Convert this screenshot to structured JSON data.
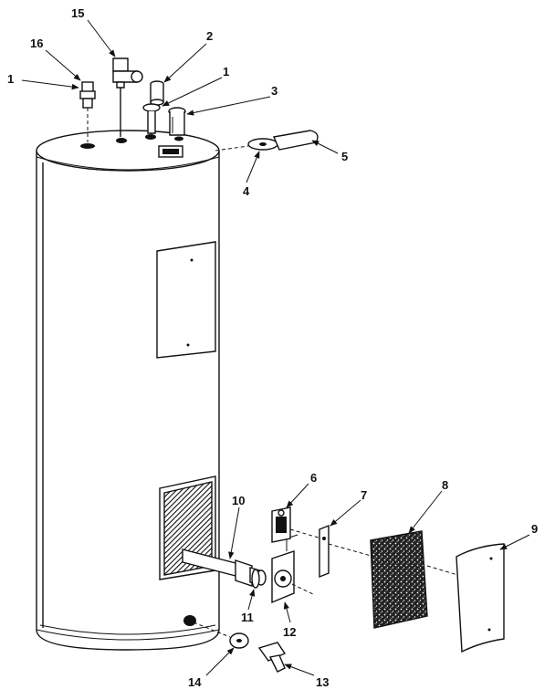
{
  "callouts": [
    {
      "label": "1"
    },
    {
      "label": "16"
    },
    {
      "label": "15"
    },
    {
      "label": "2"
    },
    {
      "label": "1"
    },
    {
      "label": "3"
    },
    {
      "label": "5"
    },
    {
      "label": "4"
    },
    {
      "label": "6"
    },
    {
      "label": "7"
    },
    {
      "label": "8"
    },
    {
      "label": "9"
    },
    {
      "label": "10"
    },
    {
      "label": "11"
    },
    {
      "label": "12"
    },
    {
      "label": "13"
    },
    {
      "label": "14"
    }
  ]
}
